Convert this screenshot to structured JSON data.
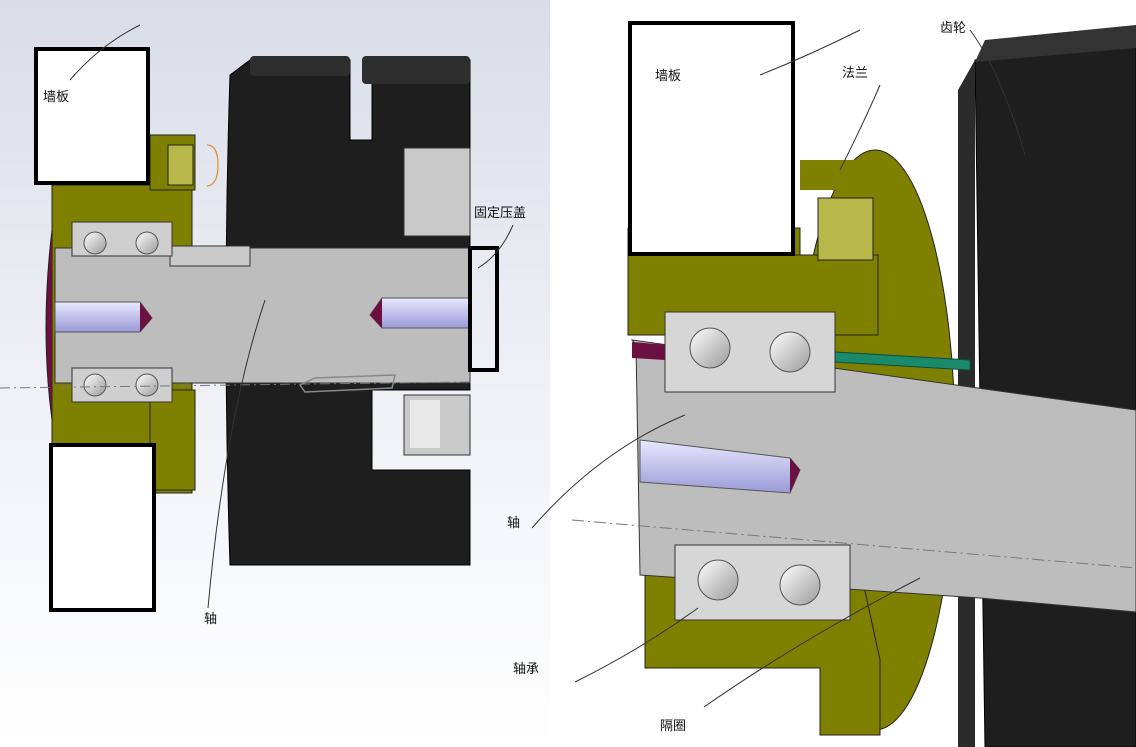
{
  "left_view": {
    "labels": {
      "wall_plate": "墙板",
      "fixed_cover": "固定压盖",
      "shaft": "轴"
    }
  },
  "right_view": {
    "labels": {
      "wall_plate": "墙板",
      "flange": "法兰",
      "gear": "齿轮",
      "shaft": "轴",
      "bearing": "轴承",
      "spacer": "隔圈"
    }
  },
  "colors": {
    "flange": "#808000",
    "gear": "#1e1e1e",
    "shaft": "#bdbdbd",
    "accent_green": "#1a8a6a",
    "bore": "#c8c8f0",
    "seal": "#6b1040",
    "background_left": "#e6e9f0"
  }
}
